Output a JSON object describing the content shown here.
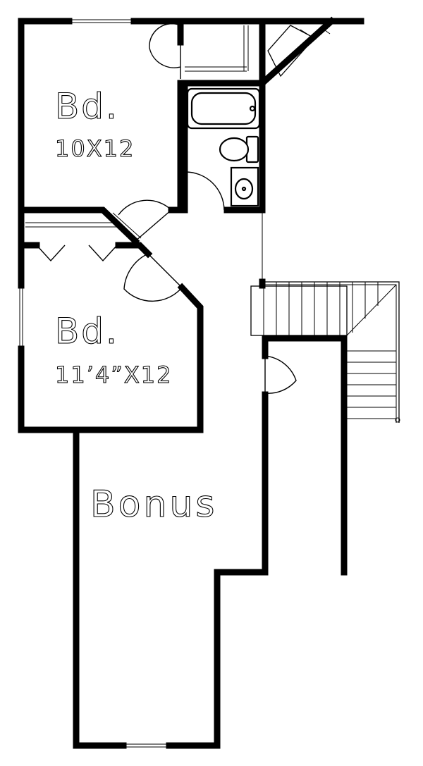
{
  "rooms": [
    {
      "name": "Bd.",
      "dimensions": "10X12"
    },
    {
      "name": "Bd.",
      "dimensions": "11’4”X12"
    },
    {
      "name": "Bonus"
    }
  ],
  "colors": {
    "wall": "#000000",
    "background": "#ffffff"
  }
}
